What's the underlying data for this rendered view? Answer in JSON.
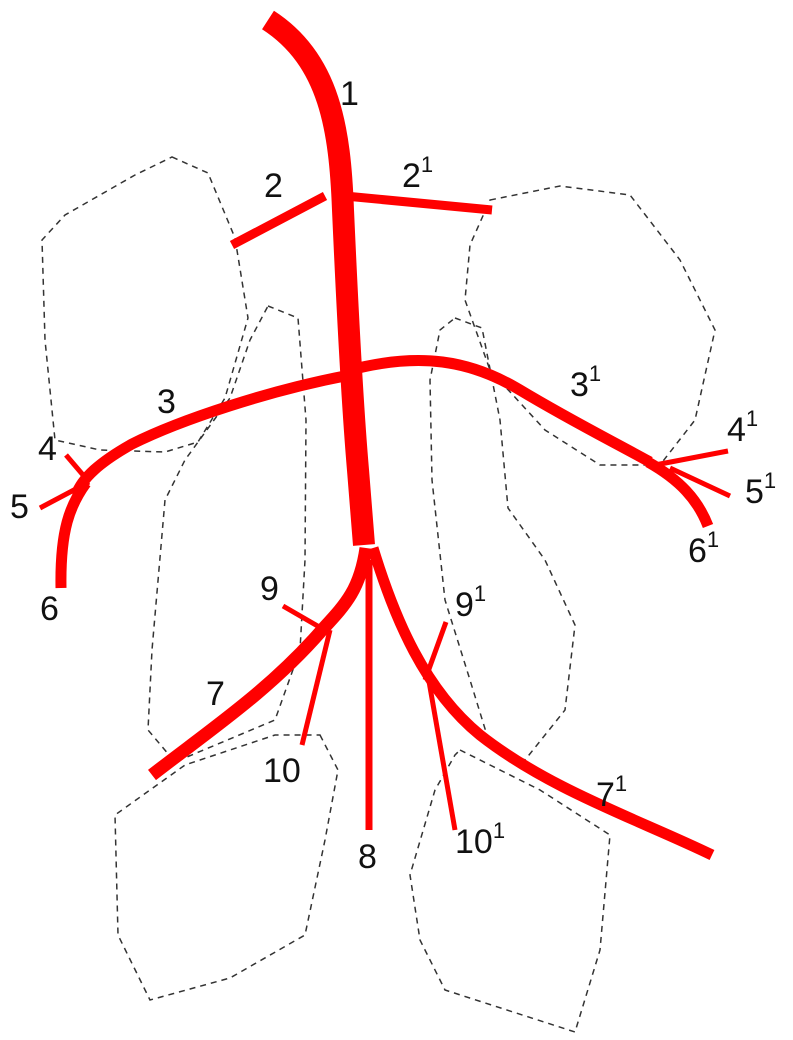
{
  "colors": {
    "vessel": "#ff0000",
    "outline": "#333333",
    "label": "#111111"
  },
  "labels": {
    "l1": {
      "main": "1",
      "sup": ""
    },
    "l2": {
      "main": "2",
      "sup": ""
    },
    "l2p": {
      "main": "2",
      "sup": "1"
    },
    "l3": {
      "main": "3",
      "sup": ""
    },
    "l3p": {
      "main": "3",
      "sup": "1"
    },
    "l4": {
      "main": "4",
      "sup": ""
    },
    "l4p": {
      "main": "4",
      "sup": "1"
    },
    "l5": {
      "main": "5",
      "sup": ""
    },
    "l5p": {
      "main": "5",
      "sup": "1"
    },
    "l6": {
      "main": "6",
      "sup": ""
    },
    "l6p": {
      "main": "6",
      "sup": "1"
    },
    "l7": {
      "main": "7",
      "sup": ""
    },
    "l7p": {
      "main": "7",
      "sup": "1"
    },
    "l8": {
      "main": "8",
      "sup": ""
    },
    "l9": {
      "main": "9",
      "sup": ""
    },
    "l9p": {
      "main": "9",
      "sup": "1"
    },
    "l10": {
      "main": "10",
      "sup": ""
    },
    "l10p": {
      "main": "10",
      "sup": "1"
    }
  }
}
